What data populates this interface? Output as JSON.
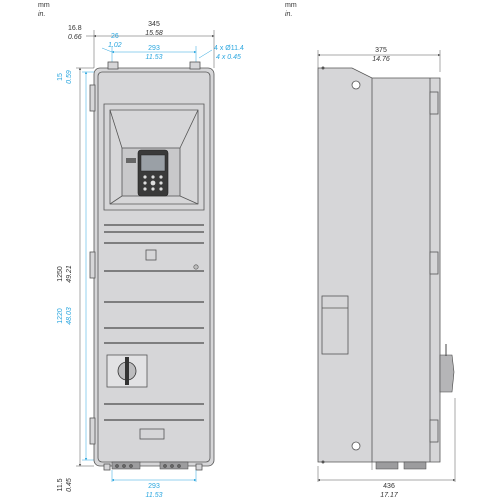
{
  "units": {
    "primary": "mm",
    "secondary": "in."
  },
  "front_view": {
    "width_total": {
      "mm": "345",
      "in": "15.58"
    },
    "left_offset": {
      "mm": "16.8",
      "in": "0.66"
    },
    "hole_offset": {
      "mm": "26",
      "in": "1.02"
    },
    "hole_spacing_top": {
      "mm": "293",
      "in": "11.53"
    },
    "holes": {
      "mm": "4 x Ø11.4",
      "in": "4 x 0.45"
    },
    "top_offset": {
      "mm": "15",
      "in": "0.59"
    },
    "height_total": {
      "mm": "1250",
      "in": "49.21"
    },
    "hole_spacing_vertical": {
      "mm": "1220",
      "in": "48.03"
    },
    "bottom_offset": {
      "mm": "11.5",
      "in": "0.45"
    },
    "hole_spacing_bottom": {
      "mm": "293",
      "in": "11.53"
    }
  },
  "side_view": {
    "depth_top": {
      "mm": "375",
      "in": "14.76"
    },
    "depth_bottom": {
      "mm": "436",
      "in": "17.17"
    }
  },
  "colors": {
    "accent": "#2aa6df",
    "body": "#d6d6d8",
    "line": "#555555"
  }
}
